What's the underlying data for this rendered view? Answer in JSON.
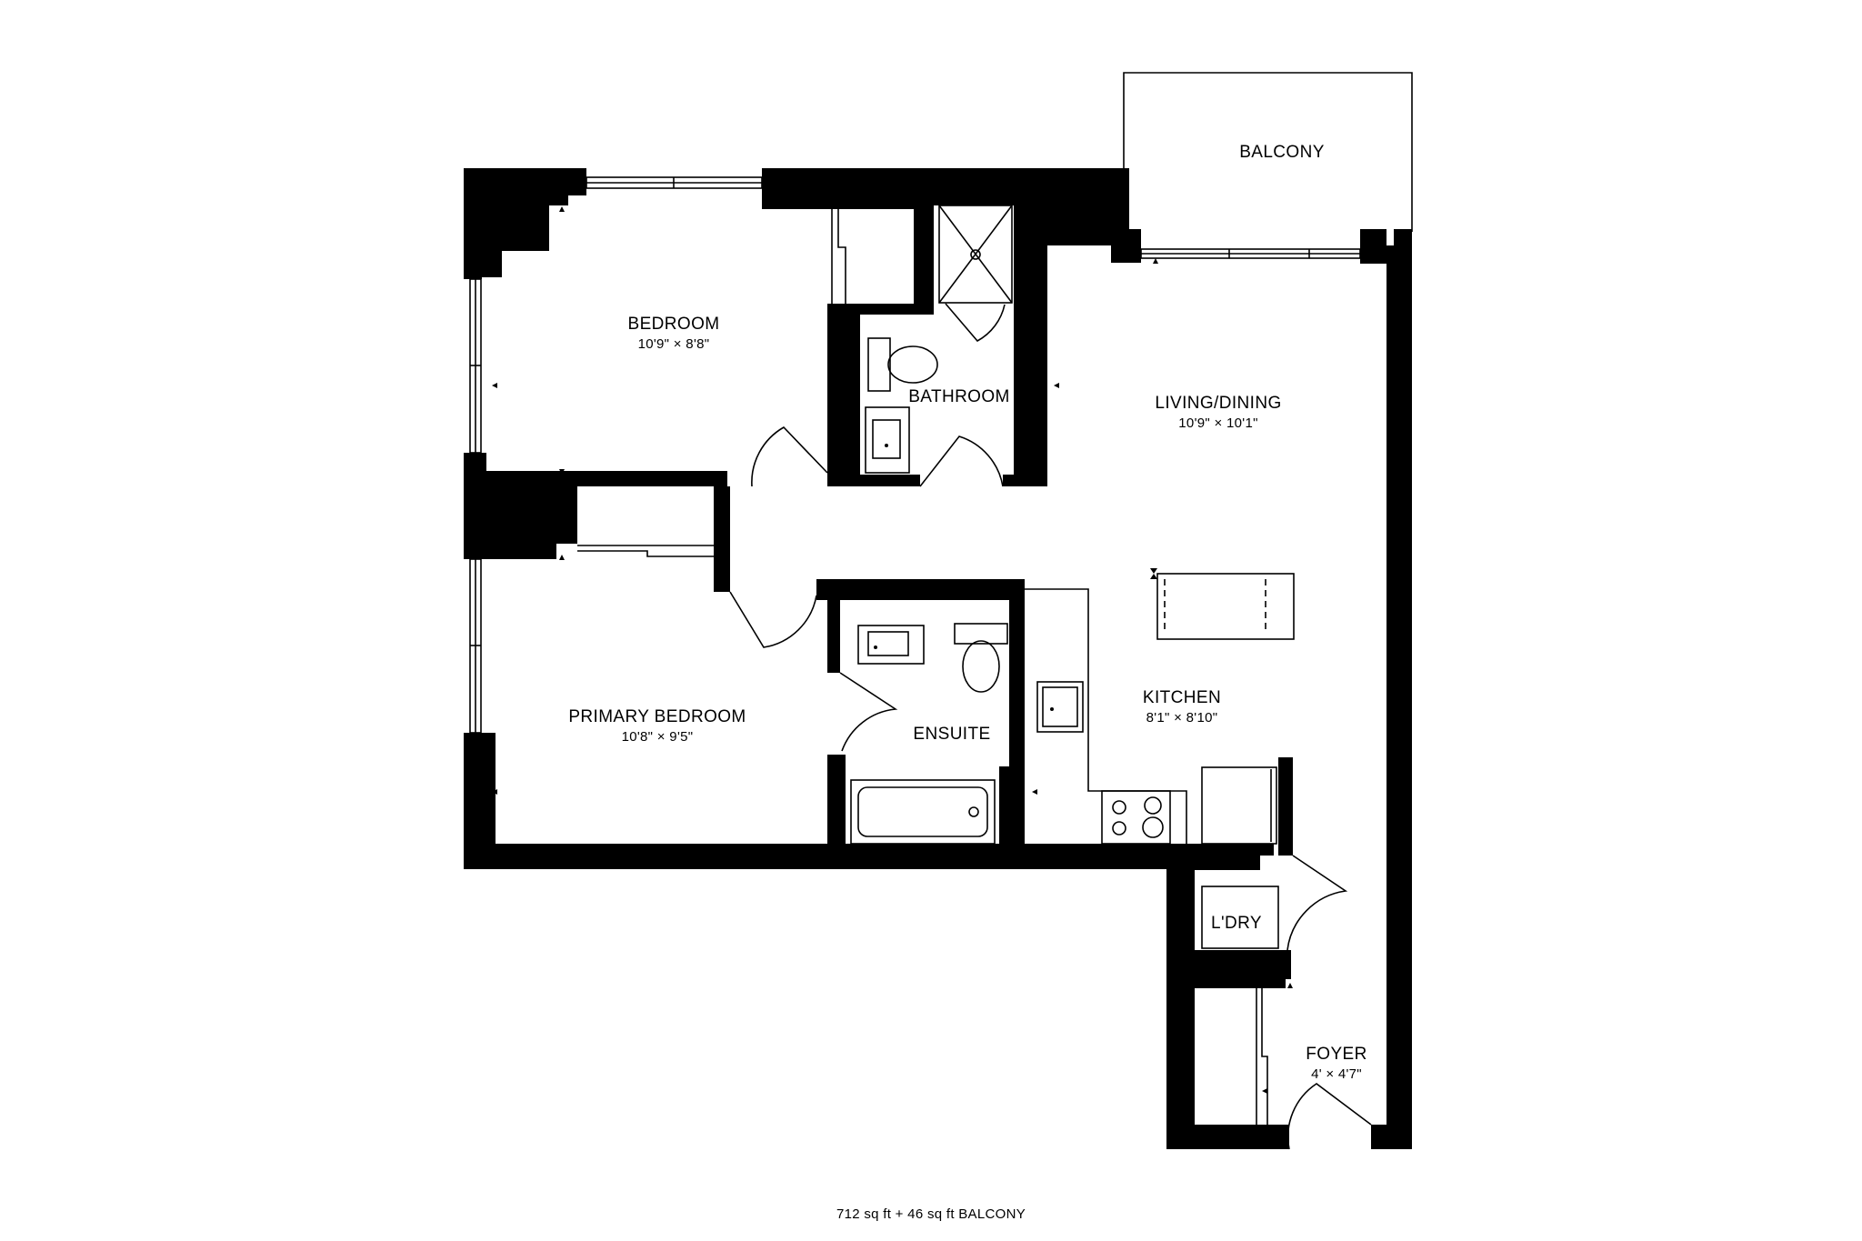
{
  "rooms": {
    "balcony": {
      "name": "BALCONY"
    },
    "bedroom": {
      "name": "BEDROOM",
      "dims": "10'9\" × 8'8\""
    },
    "bathroom": {
      "name": "BATHROOM"
    },
    "living": {
      "name": "LIVING/DINING",
      "dims": "10'9\" × 10'1\""
    },
    "kitchen": {
      "name": "KITCHEN",
      "dims": "8'1\" × 8'10\""
    },
    "primary": {
      "name": "PRIMARY BEDROOM",
      "dims": "10'8\" × 9'5\""
    },
    "ensuite": {
      "name": "ENSUITE"
    },
    "laundry": {
      "name": "L'DRY"
    },
    "foyer": {
      "name": "FOYER",
      "dims": "4' × 4'7\""
    }
  },
  "footer": {
    "area": "712 sq ft + 46 sq ft BALCONY"
  },
  "colors": {
    "wall": "#000000",
    "background": "#ffffff"
  }
}
